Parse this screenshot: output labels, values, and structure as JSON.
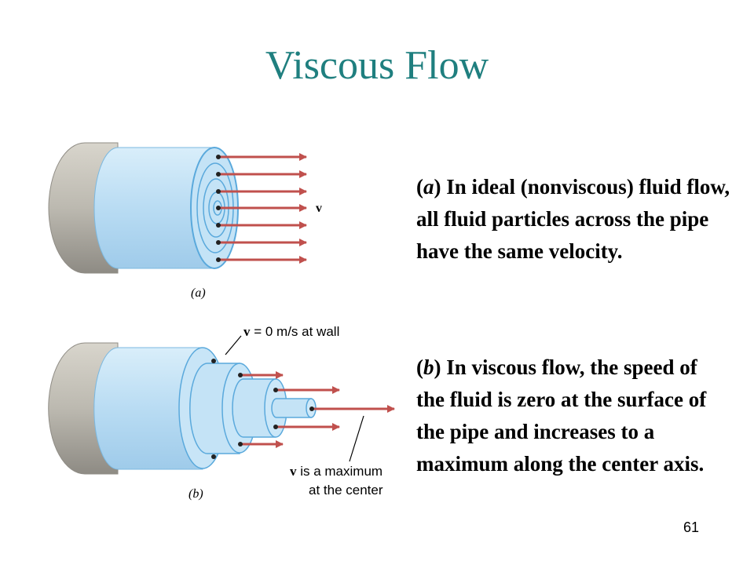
{
  "slide": {
    "title": "Viscous Flow",
    "page_number": "61"
  },
  "figure_a": {
    "caption": "(a)",
    "velocity_label": "v"
  },
  "figure_b": {
    "caption": "(b)",
    "wall_label_symbol": "v",
    "wall_label_text": " = 0 m/s at wall",
    "max_label_symbol": "v",
    "max_label_line1": " is a maximum",
    "max_label_line2": "at the center"
  },
  "text_a": {
    "letter": "a",
    "open": "(",
    "close": ")",
    "body": " In ideal (nonviscous) fluid flow, all fluid particles across the pipe have the same velocity."
  },
  "text_b": {
    "letter": "b",
    "open": "(",
    "close": ")",
    "body": " In viscous flow, the speed of the fluid is zero at the surface of the pipe and increases to a maximum along the center axis."
  },
  "colors": {
    "title": "#1f7f7f",
    "arrow": "#c0504d",
    "pipe_gray": "#b9b6ad",
    "fluid_blue": "#bfe0f5",
    "fluid_outline": "#5aa9dc"
  }
}
